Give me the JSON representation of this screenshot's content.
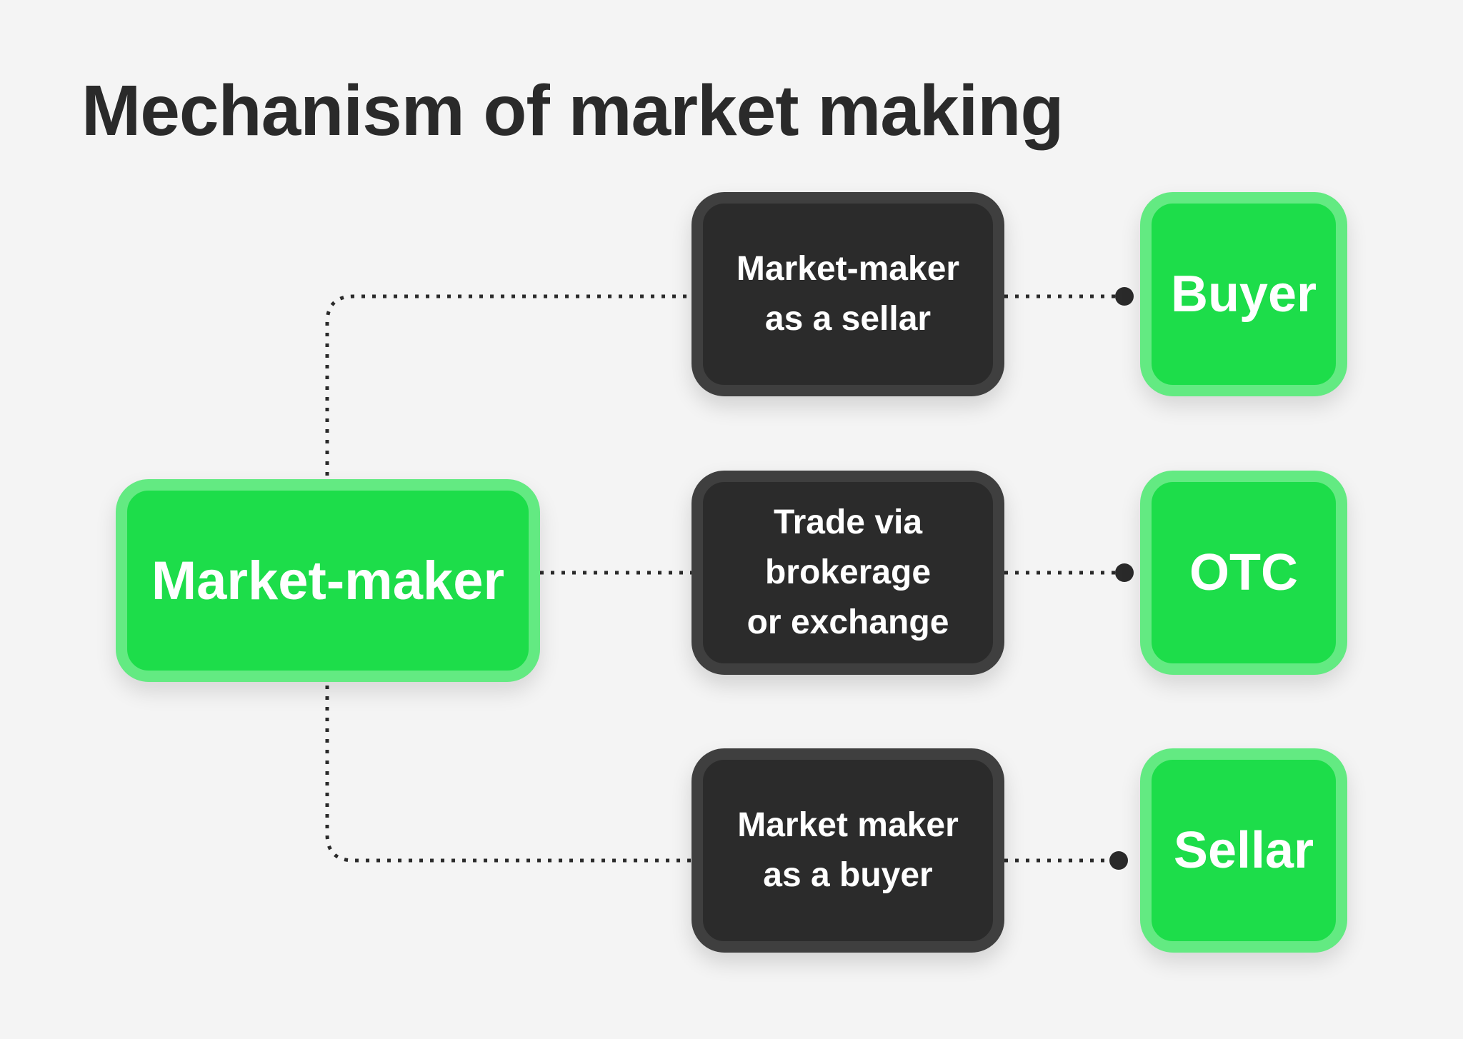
{
  "title": "Mechanism of market making",
  "colors": {
    "background": "#f4f4f4",
    "title_text": "#2a2a2a",
    "green_fill": "#1ddd4a",
    "green_border": "#63ea82",
    "dark_fill": "#2b2b2b",
    "dark_border": "#3f3f3f",
    "connector": "#2a2a2a",
    "box_text": "#ffffff"
  },
  "diagram": {
    "root": {
      "label": "Market-maker"
    },
    "branches": [
      {
        "mechanism": "Market-maker\nas a sellar",
        "counterparty": "Buyer"
      },
      {
        "mechanism": "Trade via\nbrokerage\nor exchange",
        "counterparty": "OTC"
      },
      {
        "mechanism": "Market maker\nas a buyer",
        "counterparty": "Sellar"
      }
    ],
    "edges": [
      {
        "from": "Market-maker",
        "to": "Market-maker as a sellar",
        "style": "dotted"
      },
      {
        "from": "Market-maker",
        "to": "Trade via brokerage or exchange",
        "style": "dotted"
      },
      {
        "from": "Market-maker",
        "to": "Market maker as a buyer",
        "style": "dotted"
      },
      {
        "from": "Market-maker as a sellar",
        "to": "Buyer",
        "style": "dotted",
        "end": "dot"
      },
      {
        "from": "Trade via brokerage or exchange",
        "to": "OTC",
        "style": "dotted",
        "end": "dot"
      },
      {
        "from": "Market maker as a buyer",
        "to": "Sellar",
        "style": "dotted",
        "end": "dot"
      }
    ]
  }
}
